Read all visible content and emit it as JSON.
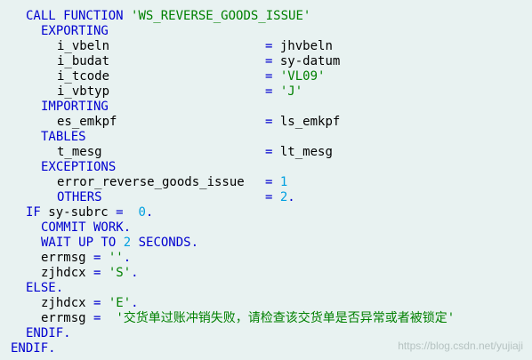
{
  "code_lines": [
    [
      {
        "text": "CALL FUNCTION ",
        "k": "kw"
      },
      {
        "text": "'WS_REVERSE_GOODS_ISSUE'",
        "k": "str"
      }
    ],
    [
      {
        "text": "EXPORTING",
        "k": "kw"
      }
    ],
    [
      {
        "text": "i_vbeln",
        "k": "id"
      },
      {
        "text": "=",
        "k": "op"
      },
      {
        "text": " jhvbeln",
        "k": "id"
      }
    ],
    [
      {
        "text": "i_budat",
        "k": "id"
      },
      {
        "text": "=",
        "k": "op"
      },
      {
        "text": " sy-datum",
        "k": "id"
      }
    ],
    [
      {
        "text": "i_tcode",
        "k": "id"
      },
      {
        "text": "=",
        "k": "op"
      },
      {
        "text": " 'VL09'",
        "k": "str"
      }
    ],
    [
      {
        "text": "i_vbtyp",
        "k": "id"
      },
      {
        "text": "=",
        "k": "op"
      },
      {
        "text": " 'J'",
        "k": "str"
      }
    ],
    [
      {
        "text": "IMPORTING",
        "k": "kw"
      }
    ],
    [
      {
        "text": "es_emkpf",
        "k": "id"
      },
      {
        "text": "=",
        "k": "op"
      },
      {
        "text": " ls_emkpf",
        "k": "id"
      }
    ],
    [
      {
        "text": "TABLES",
        "k": "kw"
      }
    ],
    [
      {
        "text": "t_mesg",
        "k": "id"
      },
      {
        "text": "=",
        "k": "op"
      },
      {
        "text": " lt_mesg",
        "k": "id"
      }
    ],
    [
      {
        "text": "EXCEPTIONS",
        "k": "kw"
      }
    ],
    [
      {
        "text": "error_reverse_goods_issue",
        "k": "id"
      },
      {
        "text": "=",
        "k": "op"
      },
      {
        "text": " 1",
        "k": "num"
      }
    ],
    [
      {
        "text": "OTHERS",
        "k": "kw"
      },
      {
        "text": "=",
        "k": "op"
      },
      {
        "text": " 2",
        "k": "num"
      },
      {
        "text": ".",
        "k": "kw"
      }
    ],
    [
      {
        "text": "IF ",
        "k": "kw"
      },
      {
        "text": "sy-subrc ",
        "k": "id"
      },
      {
        "text": "= ",
        "k": "op"
      },
      {
        "text": " 0",
        "k": "num"
      },
      {
        "text": ".",
        "k": "kw"
      }
    ],
    [
      {
        "text": "COMMIT WORK.",
        "k": "kw"
      }
    ],
    [
      {
        "text": "WAIT UP TO ",
        "k": "kw"
      },
      {
        "text": "2",
        "k": "num"
      },
      {
        "text": " SECONDS.",
        "k": "kw"
      }
    ],
    [
      {
        "text": "errmsg ",
        "k": "id"
      },
      {
        "text": "= ",
        "k": "op"
      },
      {
        "text": "''",
        "k": "str"
      },
      {
        "text": ".",
        "k": "kw"
      }
    ],
    [
      {
        "text": "zjhdcx ",
        "k": "id"
      },
      {
        "text": "= ",
        "k": "op"
      },
      {
        "text": "'S'",
        "k": "str"
      },
      {
        "text": ".",
        "k": "kw"
      }
    ],
    [
      {
        "text": "ELSE.",
        "k": "kw"
      }
    ],
    [
      {
        "text": "zjhdcx ",
        "k": "id"
      },
      {
        "text": "= ",
        "k": "op"
      },
      {
        "text": "'E'",
        "k": "str"
      },
      {
        "text": ".",
        "k": "kw"
      }
    ],
    [
      {
        "text": "errmsg ",
        "k": "id"
      },
      {
        "text": "=  ",
        "k": "op"
      },
      {
        "text": "'交货单过账冲销失败，请检查该交货单是否异常或者被锁定'",
        "k": "str"
      }
    ],
    [
      {
        "text": "ENDIF.",
        "k": "kw"
      }
    ],
    [
      {
        "text": "ENDIF.",
        "k": "kw"
      }
    ]
  ],
  "watermark": "https://blog.csdn.net/yujiaji"
}
